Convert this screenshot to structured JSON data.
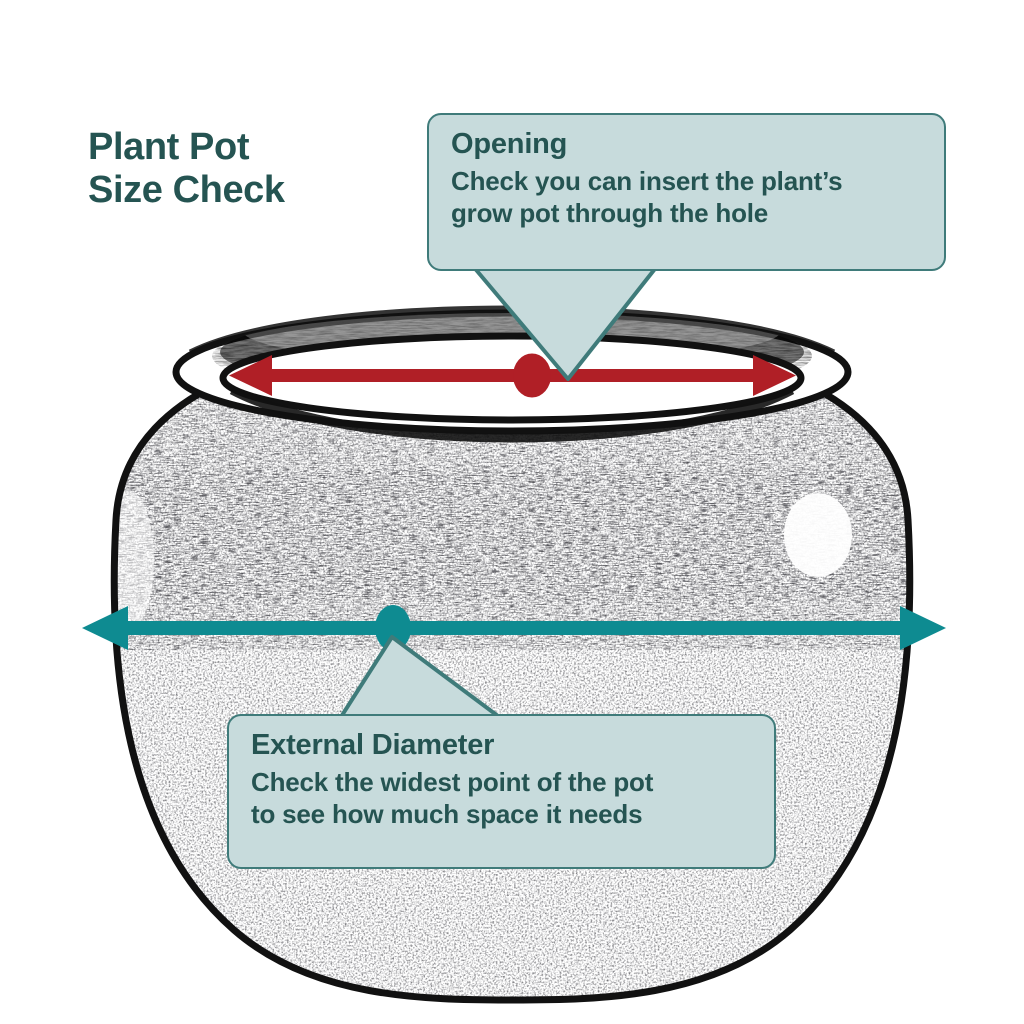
{
  "page": {
    "title_line1": "Plant Pot",
    "title_line2": "Size Check",
    "title_text": "Plant Pot\nSize Check",
    "background_color": "#ffffff"
  },
  "colors": {
    "brand_dark_teal": "#255452",
    "callout_fill": "#c7dbdc",
    "callout_border": "#3f7b7a",
    "opening_arrow_red": "#b01f26",
    "external_arrow_teal": "#0e8b91",
    "pot_outline": "#111111"
  },
  "illustration": {
    "name": "round-plant-pot",
    "description": "Line-art round ceramic plant pot viewed from slightly above, showing the rim opening"
  },
  "callouts": [
    {
      "id": "opening",
      "title": "Opening",
      "body_line1": "Check you can insert the plant’s",
      "body_line2": "grow pot through the hole",
      "body": "Check you can insert the plant’s\ngrow pot through the hole",
      "points_to": "opening-measure-dot"
    },
    {
      "id": "external-diameter",
      "title": "External Diameter",
      "body_line1": "Check the widest point of the pot",
      "body_line2": "to see how much space it needs",
      "body": "Check the widest point of the pot\nto see how much space it needs",
      "points_to": "external-measure-dot"
    }
  ],
  "measurements": [
    {
      "id": "opening-measure",
      "label": "Opening",
      "color": "#b01f26",
      "style": "double-headed-arrow",
      "marker": "dot"
    },
    {
      "id": "external-measure",
      "label": "External Diameter",
      "color": "#0e8b91",
      "style": "double-headed-arrow",
      "marker": "dot"
    }
  ]
}
